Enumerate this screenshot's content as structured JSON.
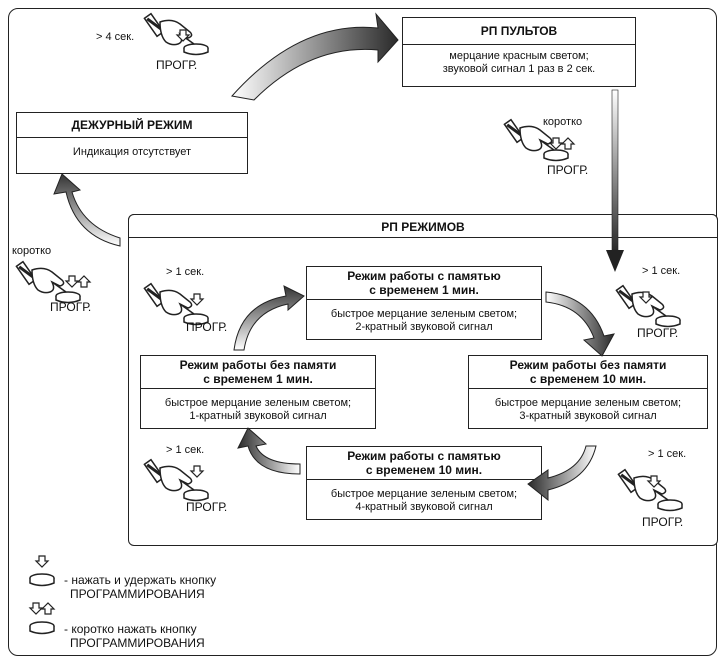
{
  "standby": {
    "title": "ДЕЖУРНЫЙ РЕЖИМ",
    "body": "Индикация отсутствует"
  },
  "remotes": {
    "title": "РП ПУЛЬТОВ",
    "body_line1": "мерцание красным светом;",
    "body_line2": "звуковой сигнал 1 раз в 2 сек."
  },
  "modes_title": "РП РЕЖИМОВ",
  "modes": [
    {
      "title1": "Режим работы с памятью",
      "title2": "с временем 1 мин.",
      "body1": "быстрое мерцание зеленым светом;",
      "body2": "2-кратный звуковой сигнал"
    },
    {
      "title1": "Режим работы без памяти",
      "title2": "с временем 10 мин.",
      "body1": "быстрое мерцание зеленым светом;",
      "body2": "3-кратный звуковой сигнал"
    },
    {
      "title1": "Режим работы с памятью",
      "title2": "с временем 10 мин.",
      "body1": "быстрое мерцание зеленым светом;",
      "body2": "4-кратный звуковой сигнал"
    },
    {
      "title1": "Режим работы без памяти",
      "title2": "с временем 1 мин.",
      "body1": "быстрое мерцание зеленым светом;",
      "body2": "1-кратный звуковой сигнал"
    }
  ],
  "labels": {
    "hold4": "> 4 сек.",
    "hold1": "> 1 сек.",
    "short": "коротко",
    "prog": "ПРОГР."
  },
  "legend": {
    "hold_line1": "- нажать и удержать кнопку",
    "hold_line2": "ПРОГРАММИРОВАНИЯ",
    "short_line1": "- коротко нажать кнопку",
    "short_line2": "ПРОГРАММИРОВАНИЯ"
  }
}
